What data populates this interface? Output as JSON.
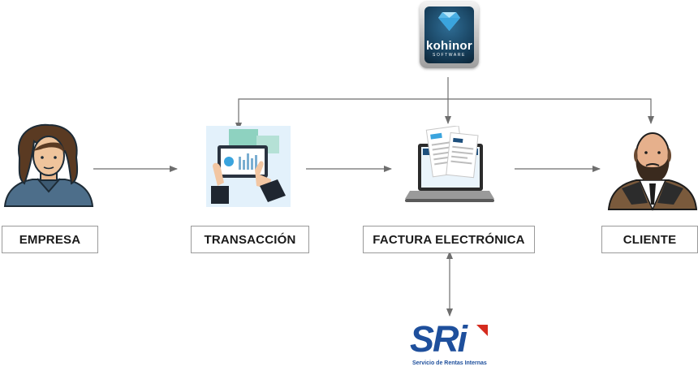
{
  "nodes": {
    "empresa": "EMPRESA",
    "transaccion": "TRANSACCIÓN",
    "factura": "FACTURA ELECTRÓNICA",
    "cliente": "CLIENTE"
  },
  "logos": {
    "kohinor_name": "kohinor",
    "kohinor_sub": "SOFTWARE",
    "sri_name": "SRi",
    "sri_sub": "Servicio de Rentas Internas"
  },
  "colors": {
    "arrow": "#6e6e6e",
    "box_border": "#9a9a9a",
    "sri_blue": "#1e4f9c",
    "sri_red": "#d52b1e",
    "kohinor_blue": "#143a55"
  },
  "icons": [
    "empresa-person-icon",
    "transaccion-tablet-icon",
    "factura-laptop-icon",
    "cliente-person-icon",
    "kohinor-logo",
    "sri-logo"
  ]
}
